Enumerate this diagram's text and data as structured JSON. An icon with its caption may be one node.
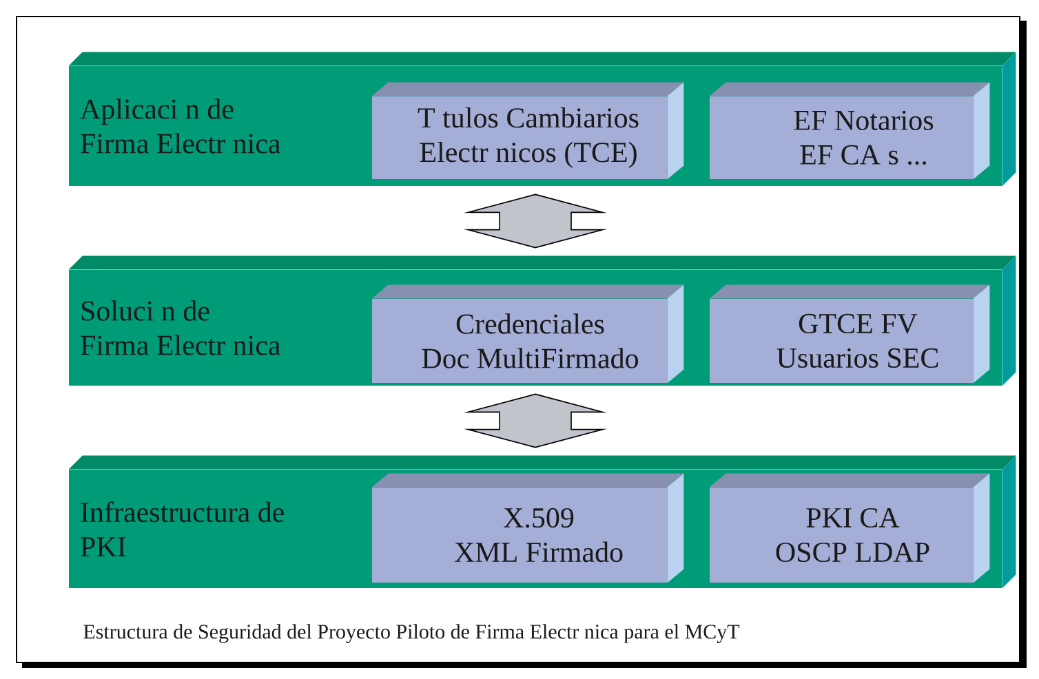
{
  "diagram": {
    "caption": "Estructura de Seguridad del Proyecto Piloto de Firma Electr nica para el MCyT",
    "nodes": [
      {
        "text": [
          "Aplicaci n de Firma Electr nica"
        ]
      },
      {
        "text": [
          "T tulos Cambiarios Electr nicos (TCE)"
        ],
        "in": 0
      },
      {
        "text": [
          "EF Notarios EF CA s ..."
        ],
        "in": 0
      },
      {
        "text": [
          "Soluci n de Firma Electr nica"
        ]
      },
      {
        "text": [
          "Credenciales Doc MultiFirmado"
        ],
        "in": 3
      },
      {
        "text": [
          "GTCE FV Usuarios SEC"
        ],
        "in": 3
      },
      {
        "text": [
          "Infraestructura de PKI"
        ]
      },
      {
        "text": [
          "X.509 XML Firmado"
        ],
        "in": 6
      },
      {
        "text": [
          "PKI CA OSCP LDAP"
        ],
        "in": 6
      }
    ],
    "edges": [
      {
        "from": 0,
        "to": 3,
        "arrow": "both"
      },
      {
        "from": 3,
        "to": 6,
        "arrow": "both"
      }
    ]
  }
}
